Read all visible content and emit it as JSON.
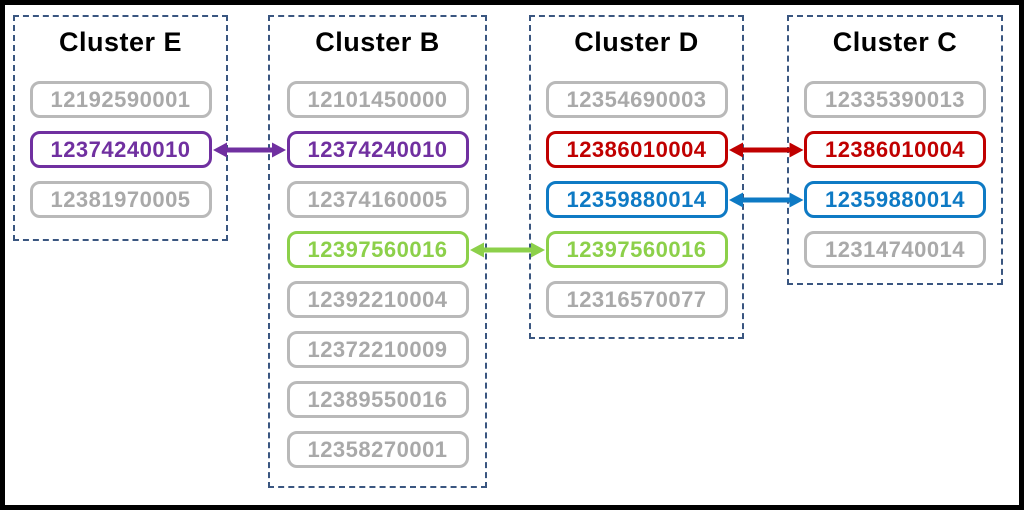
{
  "diagram": {
    "title": "cluster-linkage-diagram",
    "colors": {
      "purple": "#7030a0",
      "green": "#8cd04a",
      "red": "#c00000",
      "blue": "#0e7ac4",
      "gray_border": "#b9b9b9",
      "gray_text": "#a9a9a9",
      "cluster_border": "#3a5680",
      "frame_border": "#000000"
    },
    "clusters": [
      {
        "id": "E",
        "title": "Cluster E",
        "items": [
          {
            "label": "12192590001",
            "variant": "gray"
          },
          {
            "label": "12374240010",
            "variant": "purple"
          },
          {
            "label": "12381970005",
            "variant": "gray"
          }
        ]
      },
      {
        "id": "B",
        "title": "Cluster B",
        "items": [
          {
            "label": "12101450000",
            "variant": "gray"
          },
          {
            "label": "12374240010",
            "variant": "purple"
          },
          {
            "label": "12374160005",
            "variant": "gray"
          },
          {
            "label": "12397560016",
            "variant": "green"
          },
          {
            "label": "12392210004",
            "variant": "gray"
          },
          {
            "label": "12372210009",
            "variant": "gray"
          },
          {
            "label": "12389550016",
            "variant": "gray"
          },
          {
            "label": "12358270001",
            "variant": "gray"
          }
        ]
      },
      {
        "id": "D",
        "title": "Cluster D",
        "items": [
          {
            "label": "12354690003",
            "variant": "gray"
          },
          {
            "label": "12386010004",
            "variant": "red"
          },
          {
            "label": "12359880014",
            "variant": "blue"
          },
          {
            "label": "12397560016",
            "variant": "green"
          },
          {
            "label": "12316570077",
            "variant": "gray"
          }
        ]
      },
      {
        "id": "C",
        "title": "Cluster C",
        "items": [
          {
            "label": "12335390013",
            "variant": "gray"
          },
          {
            "label": "12386010004",
            "variant": "red"
          },
          {
            "label": "12359880014",
            "variant": "blue"
          },
          {
            "label": "12314740014",
            "variant": "gray"
          }
        ]
      }
    ],
    "connections": [
      {
        "from": "E:12374240010",
        "to": "B:12374240010",
        "color_name": "purple",
        "style": "double-arrow"
      },
      {
        "from": "B:12397560016",
        "to": "D:12397560016",
        "color_name": "green",
        "style": "double-arrow"
      },
      {
        "from": "D:12386010004",
        "to": "C:12386010004",
        "color_name": "red",
        "style": "double-arrow"
      },
      {
        "from": "D:12359880014",
        "to": "C:12359880014",
        "color_name": "blue",
        "style": "double-arrow"
      }
    ]
  }
}
